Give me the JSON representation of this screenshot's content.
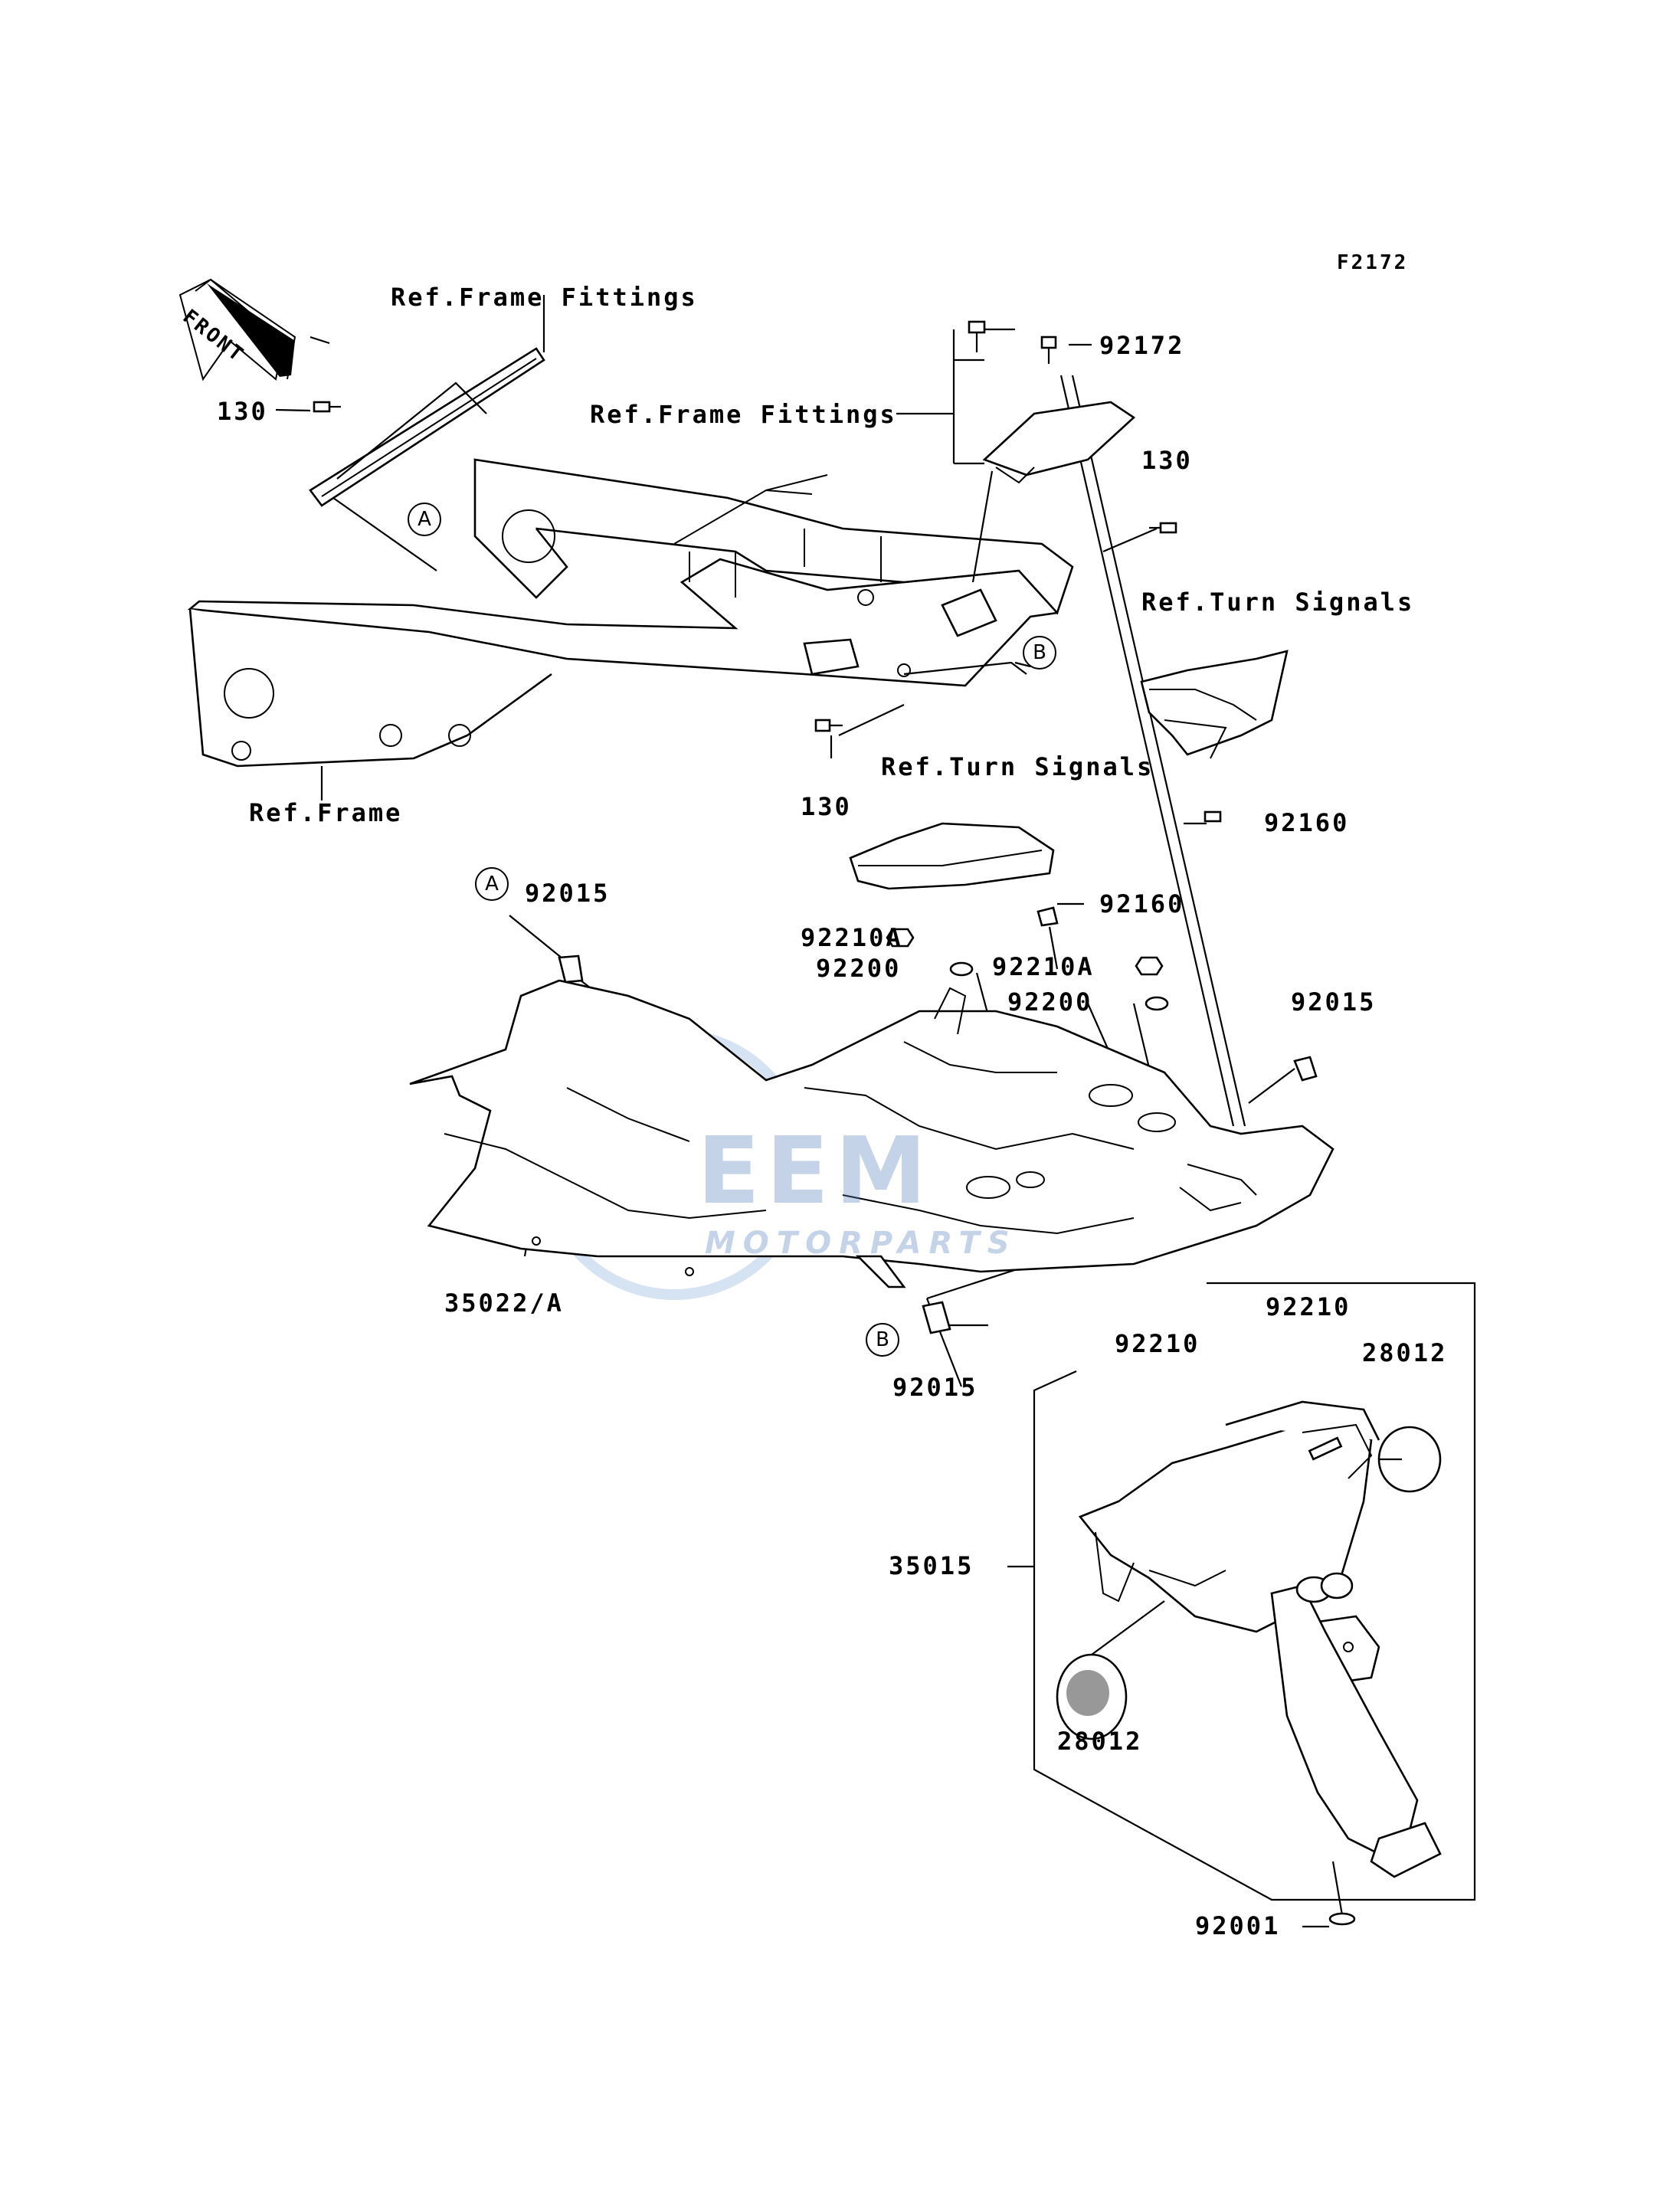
{
  "diagram_code": "F2172",
  "front_arrow_label": "FRONT",
  "labels": {
    "ref_frame_fittings_top": "Ref.Frame Fittings",
    "ref_frame_fittings_mid": "Ref.Frame Fittings",
    "ref_frame": "Ref.Frame",
    "ref_turn_signals_right": "Ref.Turn Signals",
    "ref_turn_signals_center": "Ref.Turn Signals",
    "part_130_top_left": "130",
    "part_130_right": "130",
    "part_130_center": "130",
    "part_92172": "92172",
    "part_92160_right": "92160",
    "part_92160_center": "92160",
    "part_92210a_left": "92210A",
    "part_92210a_right": "92210A",
    "part_92200_left": "92200",
    "part_92200_right": "92200",
    "part_92015_left": "92015",
    "part_92015_right": "92015",
    "part_92015_bottom": "92015",
    "part_35022a": "35022/A",
    "part_92210_left": "92210",
    "part_92210_right": "92210",
    "part_28012_top": "28012",
    "part_28012_bottom": "28012",
    "part_35015": "35015",
    "part_92001": "92001"
  },
  "callouts": {
    "a_top": "A",
    "a_mid": "A",
    "b_top": "B",
    "b_bottom": "B"
  },
  "watermark": {
    "brand": "EEM",
    "sub": "MOTORPARTS"
  }
}
